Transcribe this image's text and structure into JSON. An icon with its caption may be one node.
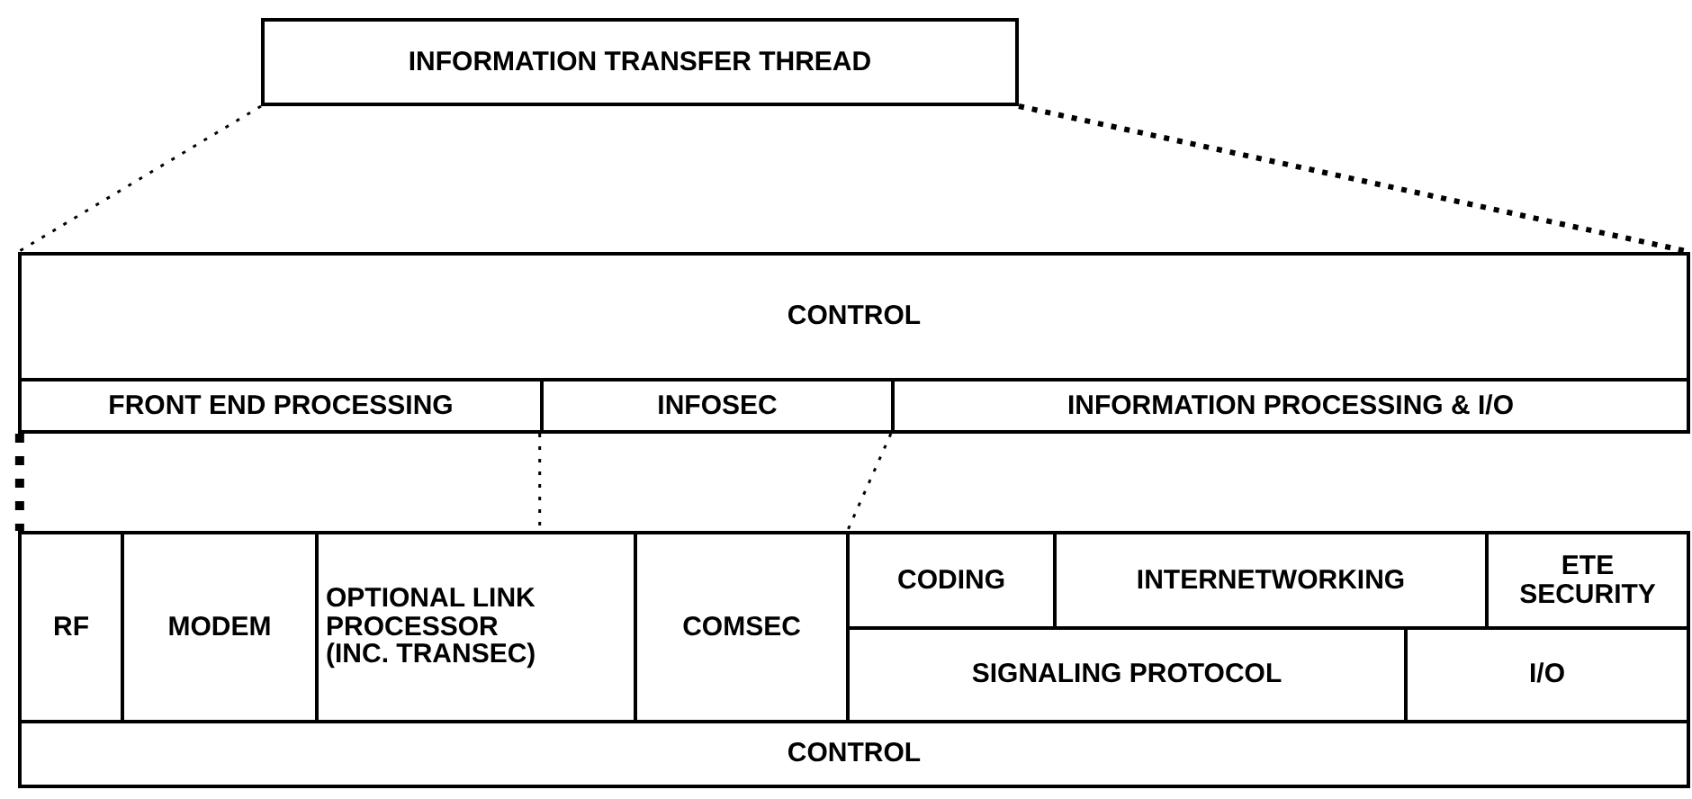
{
  "diagram": {
    "nodes": [
      {
        "text": [
          "INFORMATION TRANSFER THREAD"
        ]
      },
      {
        "text": [],
        "shape": "box"
      },
      {
        "text": [
          "CONTROL"
        ],
        "in": 1
      },
      {
        "text": [
          "FRONT END PROCESSING"
        ],
        "in": 1
      },
      {
        "text": [
          "INFOSEC"
        ],
        "in": 1
      },
      {
        "text": [
          "INFORMATION PROCESSING & I/O"
        ],
        "in": 1
      },
      {
        "text": [],
        "shape": "box"
      },
      {
        "text": [
          "RF"
        ],
        "in": 6
      },
      {
        "text": [
          "MODEM"
        ],
        "in": 6
      },
      {
        "text": [
          "OPTIONAL LINK PROCESSOR (INC. TRANSEC)"
        ],
        "in": 6
      },
      {
        "text": [
          "COMSEC"
        ],
        "in": 6
      },
      {
        "text": [
          "CODING"
        ],
        "in": 6
      },
      {
        "text": [
          "INTERNETWORKING"
        ],
        "in": 6
      },
      {
        "text": [
          "ETE SECURITY"
        ],
        "in": 6
      },
      {
        "text": [
          "SIGNALING PROTOCOL"
        ],
        "in": 6
      },
      {
        "text": [
          "I/O"
        ],
        "in": 6
      },
      {
        "text": [
          "CONTROL"
        ],
        "in": 6
      }
    ],
    "edges": [
      {
        "from": 0,
        "to": 1,
        "arrow": "none",
        "style": "dashed"
      },
      {
        "from": 0,
        "to": 1,
        "arrow": "none",
        "style": "dashed"
      },
      {
        "from": 1,
        "to": 6,
        "arrow": "none",
        "style": "dashed"
      },
      {
        "from": 1,
        "to": 6,
        "arrow": "none",
        "style": "dashed"
      },
      {
        "from": 1,
        "to": 6,
        "arrow": "none",
        "style": "dashed"
      }
    ]
  }
}
